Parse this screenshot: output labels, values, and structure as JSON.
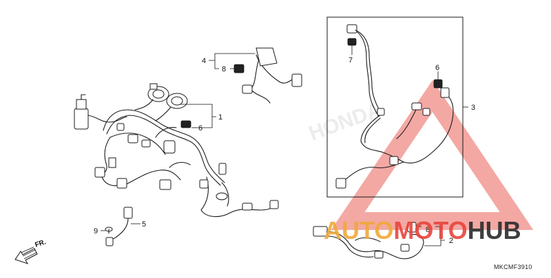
{
  "diagram": {
    "code": "MKCMF3910",
    "direction_label": "FR.",
    "callouts": [
      {
        "id": "callout-1",
        "text": "1"
      },
      {
        "id": "callout-2",
        "text": "2"
      },
      {
        "id": "callout-3",
        "text": "3"
      },
      {
        "id": "callout-4",
        "text": "4"
      },
      {
        "id": "callout-5",
        "text": "5"
      },
      {
        "id": "callout-6a",
        "text": "6"
      },
      {
        "id": "callout-6b",
        "text": "6"
      },
      {
        "id": "callout-7",
        "text": "7"
      },
      {
        "id": "callout-8a",
        "text": "8"
      },
      {
        "id": "callout-8b",
        "text": "8"
      },
      {
        "id": "callout-9",
        "text": "9"
      }
    ]
  },
  "watermark": {
    "brand_part1": "AUTO",
    "brand_part2": "MOTO",
    "brand_part3": "HUB",
    "color_red": "#e8453c",
    "color_dark": "#1a1a1a"
  }
}
